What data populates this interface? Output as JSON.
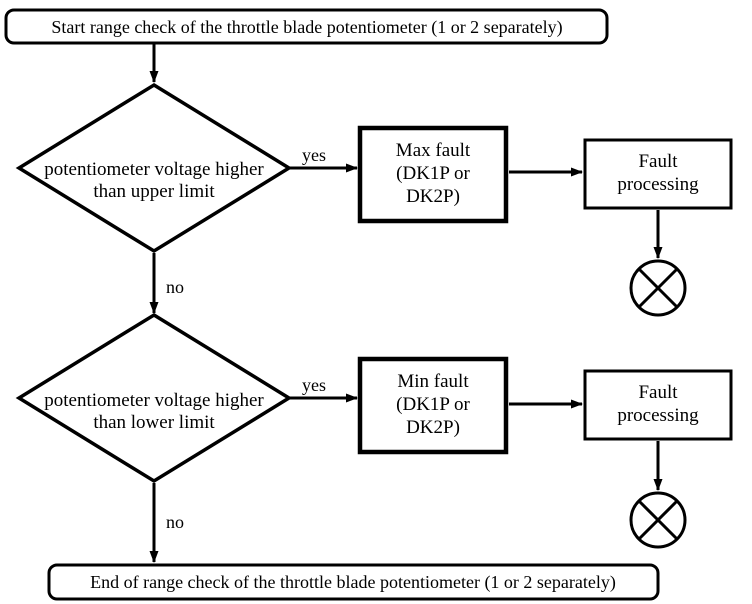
{
  "diagram": {
    "type": "flowchart",
    "colors": {
      "stroke": "#000000",
      "background": "#ffffff",
      "text": "#000000"
    },
    "nodes": {
      "start": {
        "label": "Start range check of the throttle blade potentiometer (1 or 2 separately)"
      },
      "decision_upper": {
        "line1": "potentiometer voltage higher",
        "line2": "than upper limit"
      },
      "max_fault": {
        "line1": "Max fault",
        "line2": "(DK1P or",
        "line3": "DK2P)"
      },
      "fault_processing_top": {
        "line1": "Fault",
        "line2": "processing"
      },
      "decision_lower": {
        "line1": "potentiometer voltage higher",
        "line2": "than lower limit"
      },
      "min_fault": {
        "line1": "Min fault",
        "line2": "(DK1P or",
        "line3": "DK2P)"
      },
      "fault_processing_bottom": {
        "line1": "Fault",
        "line2": "processing"
      },
      "end": {
        "label": "End of range check of the throttle blade potentiometer (1 or 2 separately)"
      }
    },
    "edge_labels": {
      "decision_upper_yes": "yes",
      "decision_upper_no": "no",
      "decision_lower_yes": "yes",
      "decision_lower_no": "no"
    }
  }
}
